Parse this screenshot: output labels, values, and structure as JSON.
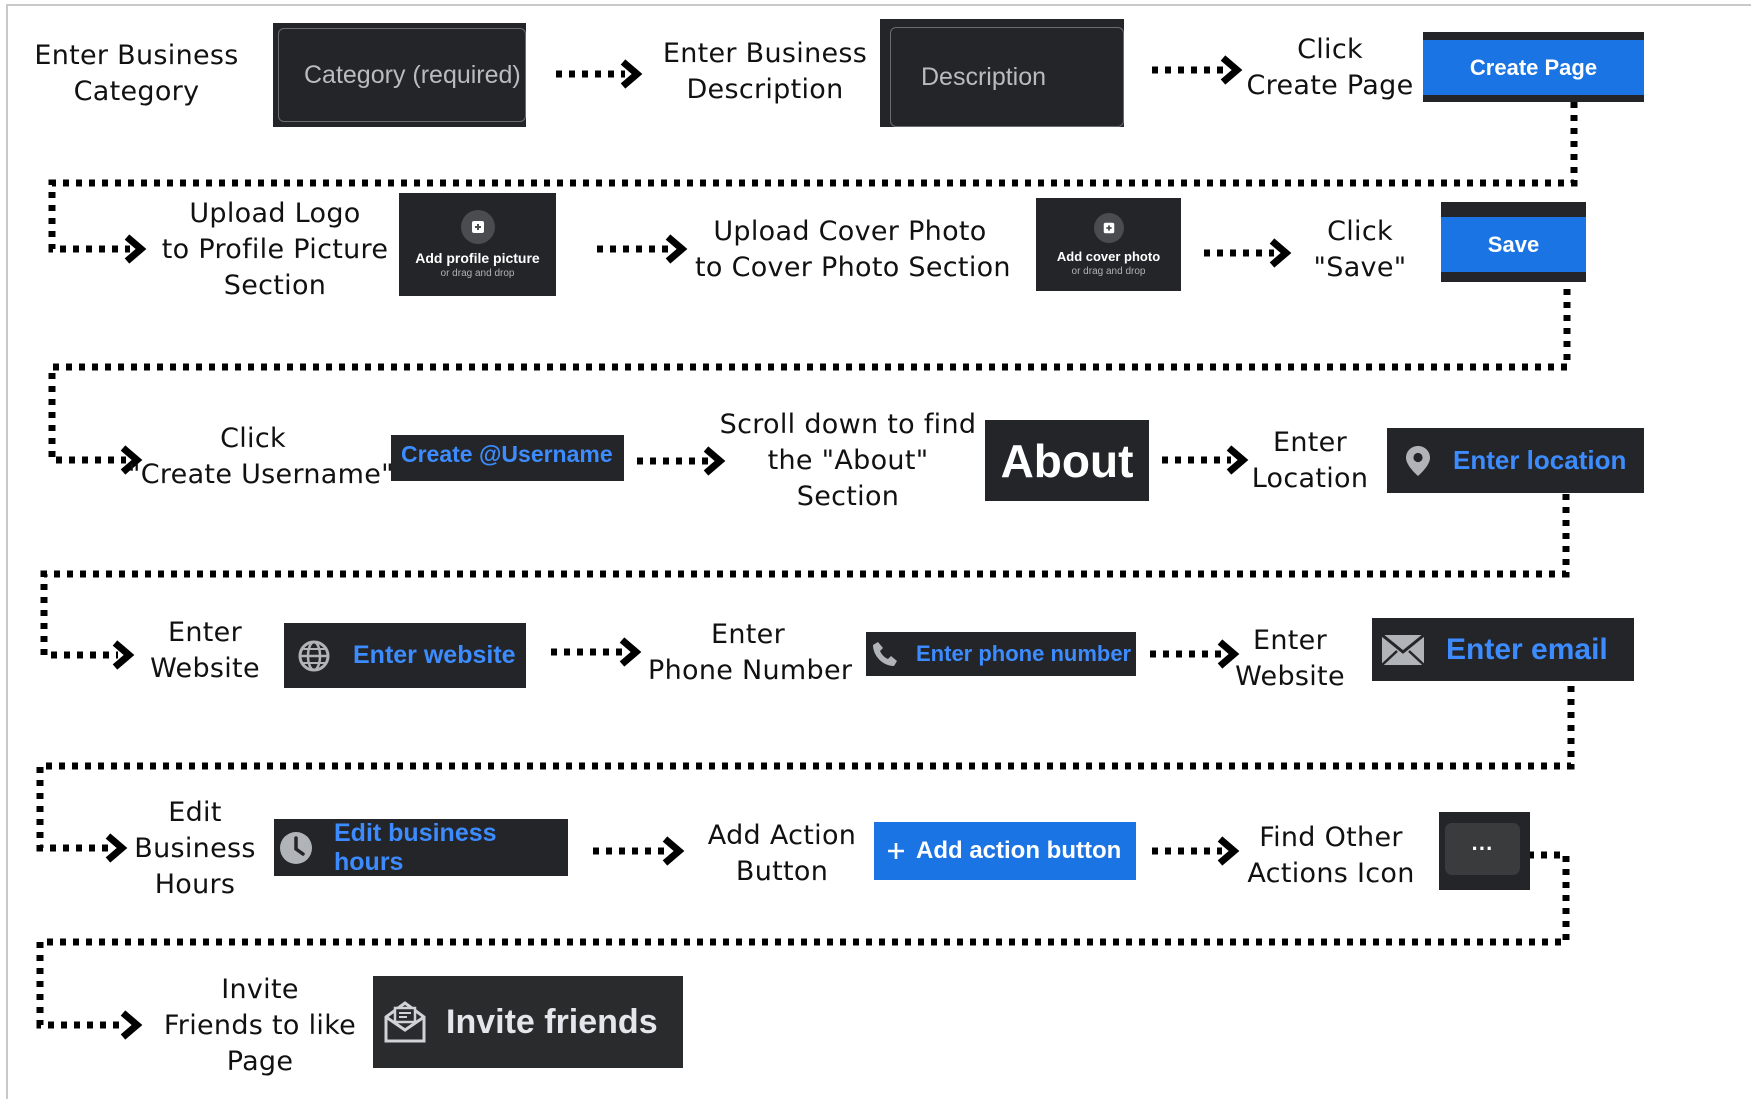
{
  "steps": {
    "s1": [
      "Enter Business",
      "Category"
    ],
    "s2": [
      "Enter Business",
      "Description"
    ],
    "s3": [
      "Click",
      "Create Page"
    ],
    "s4": [
      "Upload Logo",
      "to Profile Picture",
      "Section"
    ],
    "s5": [
      "Upload Cover Photo",
      "to Cover Photo Section"
    ],
    "s6": [
      "Click",
      "\"Save\""
    ],
    "s7": [
      "Click",
      "\"Create Username\""
    ],
    "s8": [
      "Scroll down to find",
      "the \"About\"",
      "Section"
    ],
    "s9": [
      "Enter",
      "Location"
    ],
    "s10": [
      "Enter",
      "Website"
    ],
    "s11": [
      "Enter",
      "Phone Number"
    ],
    "s12": [
      "Enter",
      "Website"
    ],
    "s13": [
      "Edit",
      "Business",
      "Hours"
    ],
    "s14": [
      "Add Action",
      "Button"
    ],
    "s15": [
      "Find Other",
      "Actions Icon"
    ],
    "s16": [
      "Invite",
      "Friends to like",
      "Page"
    ]
  },
  "ui": {
    "category_placeholder": "Category (required)",
    "description_placeholder": "Description",
    "create_page": "Create Page",
    "add_profile_picture": "Add profile picture",
    "drag_drop": "or drag and drop",
    "add_cover_photo": "Add cover photo",
    "save": "Save",
    "create_username": "Create @Username",
    "about": "About",
    "enter_location": "Enter location",
    "enter_website": "Enter website",
    "enter_phone": "Enter phone number",
    "enter_email": "Enter email",
    "edit_hours": "Edit business hours",
    "add_action": "Add action button",
    "more": "···",
    "invite_friends": "Invite friends"
  },
  "colors": {
    "dark_panel": "#232528",
    "facebook_blue": "#1b74e4",
    "link_blue": "#3d8cff",
    "connector": "#000000"
  },
  "icons": [
    "plus-photo-icon",
    "location-pin-icon",
    "globe-icon",
    "phone-icon",
    "envelope-icon",
    "clock-icon",
    "plus-icon",
    "more-icon",
    "invite-envelope-icon"
  ]
}
